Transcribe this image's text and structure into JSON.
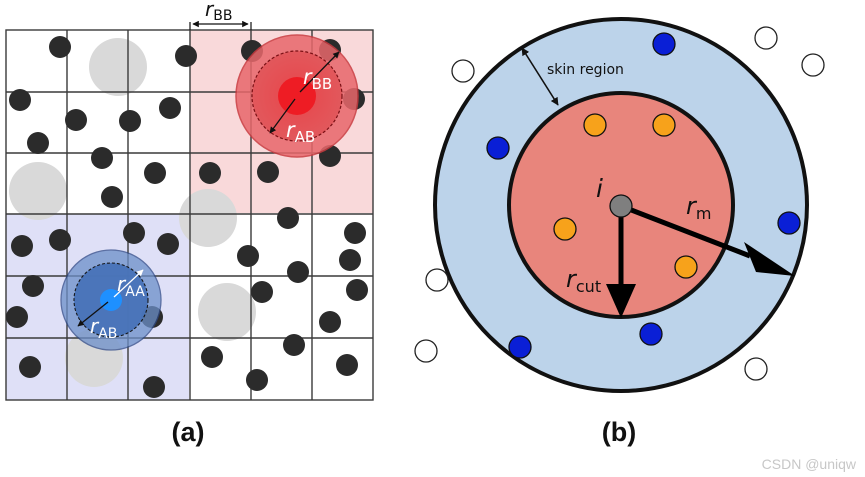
{
  "panel_a": {
    "caption": "(a)",
    "grid": {
      "rows": 6,
      "cols": 6
    },
    "labels": {
      "r_bb_top": {
        "main": "r",
        "sub": "BB"
      },
      "r_bb_circle": {
        "main": "r",
        "sub": "BB"
      },
      "r_ab_red": {
        "main": "r",
        "sub": "AB"
      },
      "r_aa": {
        "main": "r",
        "sub": "AA"
      },
      "r_ab_blue": {
        "main": "r",
        "sub": "AB"
      }
    },
    "colors": {
      "red_zone": "#f9d9da",
      "blue_zone": "#dfe0f7",
      "black_particle": "#2b2b2b",
      "gray_particle": "#d9d9d9",
      "red_center": "#ee1c24",
      "blue_center": "#1e90ff"
    }
  },
  "panel_b": {
    "caption": "(b)",
    "center_label": "i",
    "labels": {
      "skin_region": "skin region",
      "r_cut": {
        "main": "r",
        "sub": "cut"
      },
      "r_m": {
        "main": "r",
        "sub": "m"
      }
    },
    "colors": {
      "outer_disk": "#bcd3ea",
      "inner_disk": "#e8857c",
      "orange_particle": "#f7a21b",
      "blue_particle": "#0a1fd6",
      "center": "#7f7f7f"
    }
  },
  "watermark": "CSDN @uniqw"
}
